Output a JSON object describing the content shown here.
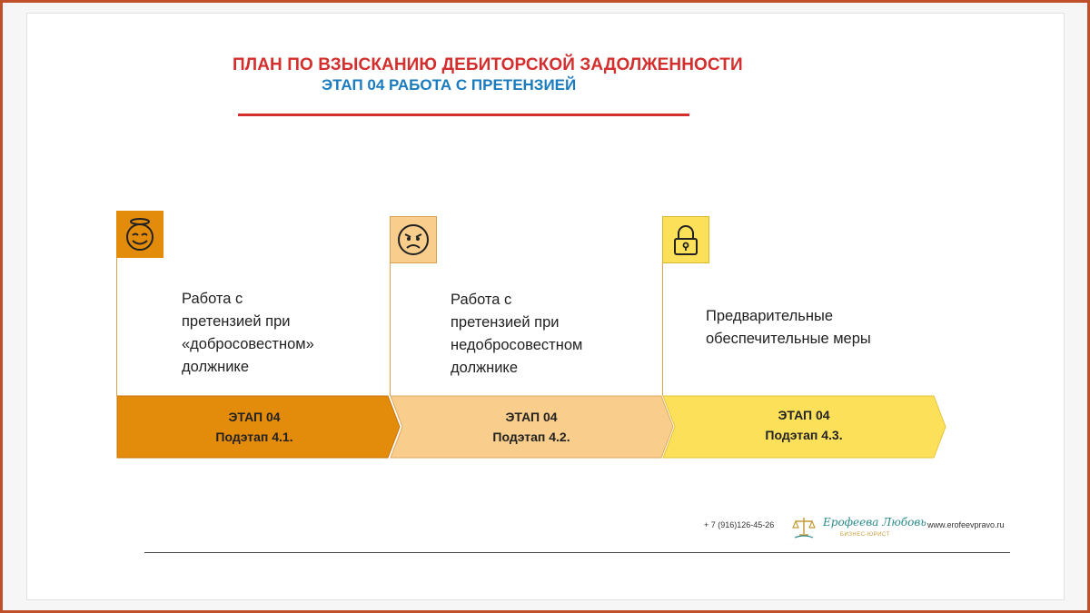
{
  "header": {
    "title": "ПЛАН ПО ВЗЫСКАНИЮ ДЕБИТОРСКОЙ ЗАДОЛЖЕННОСТИ",
    "subtitle": "ЭТАП 04 РАБОТА С ПРЕТЕНЗИЕЙ"
  },
  "stages": [
    {
      "icon": "smiling-angel-face-icon",
      "lines": [
        "Работа с",
        "претензией при",
        "«добросовестном»",
        "должнике"
      ],
      "stage_label": "ЭТАП 04",
      "substage_label": "Подэтап 4.1.",
      "color": "#e38b0a"
    },
    {
      "icon": "angry-face-icon",
      "lines": [
        "Работа с",
        "претензией при",
        "недобросовестном",
        "должнике"
      ],
      "stage_label": "ЭТАП 04",
      "substage_label": "Подэтап 4.2.",
      "color": "#f9cd8b"
    },
    {
      "icon": "padlock-icon",
      "lines": [
        "Предварительные",
        "обеспечительные меры"
      ],
      "stage_label": "ЭТАП 04",
      "substage_label": "Подэтап 4.3.",
      "color": "#fde05a"
    }
  ],
  "footer": {
    "phone": "+ 7 (916)126-45-26",
    "name": "Ерофеева Любовь",
    "tagline": "БИЗНЕС-ЮРИСТ",
    "website": "www.erofeevpravo.ru",
    "logo_icon": "scales-of-justice-icon"
  },
  "colors": {
    "title": "#d32f2f",
    "subtitle": "#1a7bbf",
    "frame": "#c0502a"
  }
}
